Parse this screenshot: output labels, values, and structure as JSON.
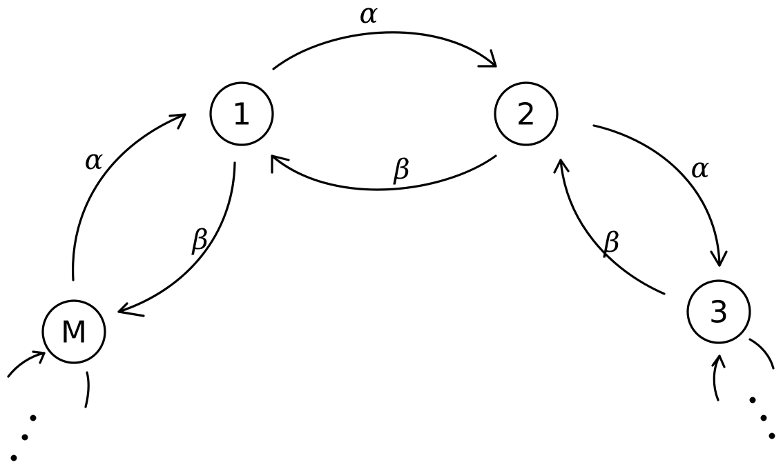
{
  "nodes": {
    "n1": "1",
    "n2": "2",
    "n3": "3",
    "nM": "M"
  },
  "edge_labels": {
    "one_to_two": "α",
    "two_to_one": "β",
    "two_to_three": "α",
    "three_to_two": "β",
    "m_to_one": "α",
    "one_to_m": "β"
  },
  "continuation": "..."
}
